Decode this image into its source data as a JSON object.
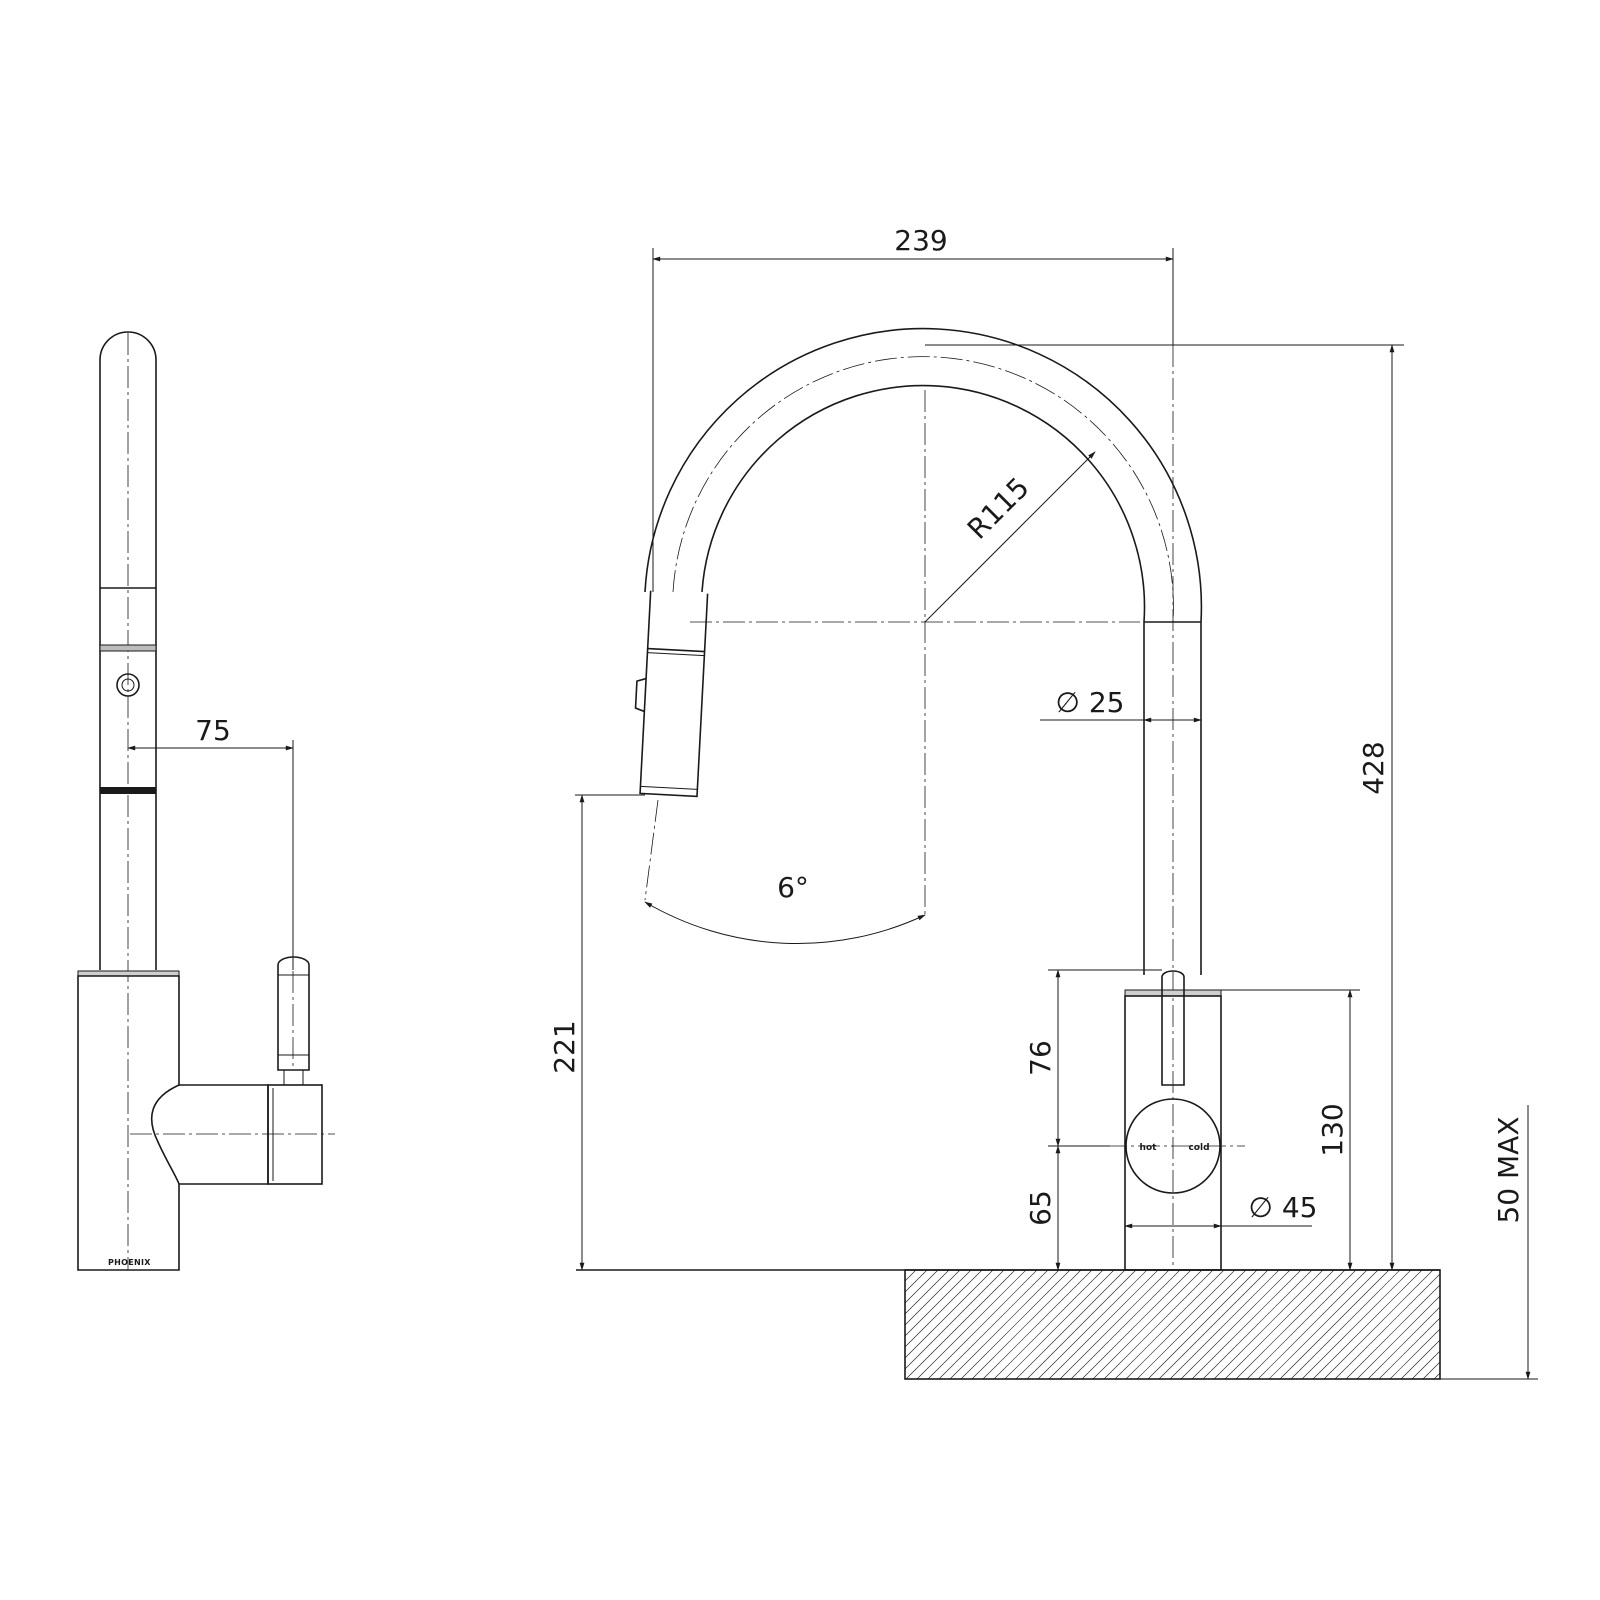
{
  "dimensions": {
    "side_offset": "75",
    "spout_reach": "239",
    "spout_radius": "R115",
    "hose_diameter": "∅ 25",
    "overall_height": "428",
    "outlet_height": "221",
    "swing_angle": "6°",
    "lever_height": "76",
    "handle_center_height": "65",
    "body_height": "130",
    "body_diameter": "∅ 45",
    "bench_thickness": "50 MAX"
  },
  "labels": {
    "hot": "hot",
    "cold": "cold",
    "brand": "PHOENIX"
  },
  "colors": {
    "line": "#1a1a1a",
    "background": "#ffffff"
  }
}
